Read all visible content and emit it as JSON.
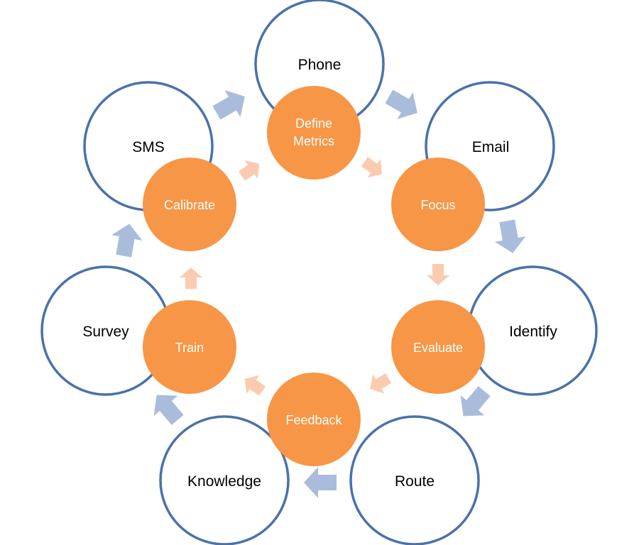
{
  "colors": {
    "outer_stroke": "#4a72aa",
    "inner_fill": "#f79646",
    "outer_arrow": "#a9bcdb",
    "inner_arrow": "#fbcbb0"
  },
  "outer_nodes": [
    {
      "label": "Phone"
    },
    {
      "label": "Email"
    },
    {
      "label": "Identify"
    },
    {
      "label": "Route"
    },
    {
      "label": "Knowledge"
    },
    {
      "label": "Survey"
    },
    {
      "label": "SMS"
    }
  ],
  "inner_nodes": [
    {
      "lines": [
        "Define",
        "Metrics"
      ]
    },
    {
      "lines": [
        "Focus"
      ]
    },
    {
      "lines": [
        "Evaluate"
      ]
    },
    {
      "lines": [
        "Feedback"
      ]
    },
    {
      "lines": [
        "Train"
      ]
    },
    {
      "lines": [
        "Calibrate"
      ]
    }
  ]
}
